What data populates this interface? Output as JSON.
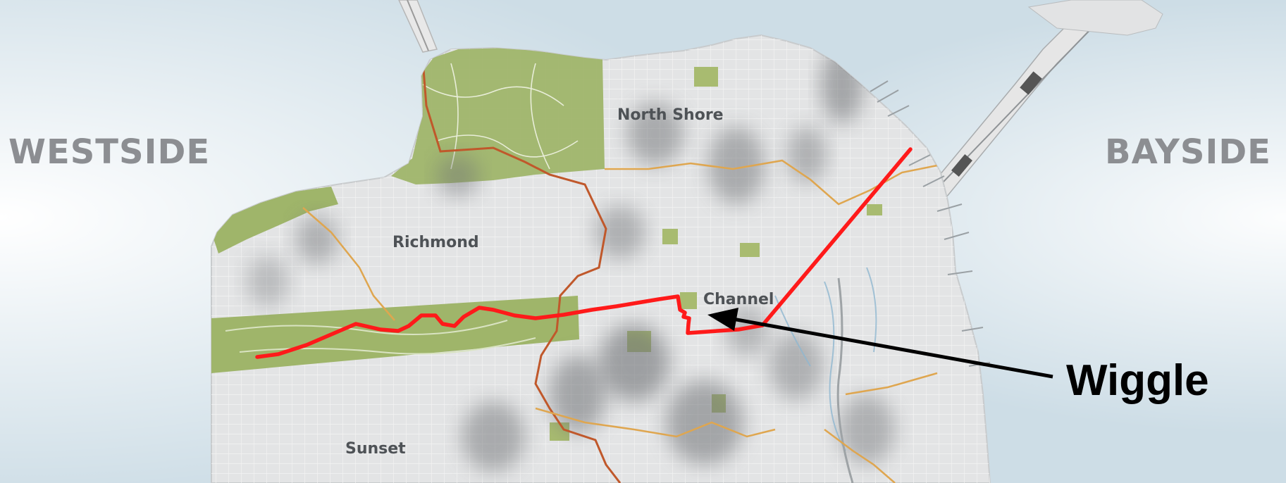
{
  "map": {
    "region_labels": {
      "westside": "WESTSIDE",
      "bayside": "BAYSIDE"
    },
    "neighborhood_labels": {
      "north_shore": "North Shore",
      "richmond": "Richmond",
      "channel": "Channel",
      "sunset": "Sunset"
    },
    "annotation": {
      "label": "Wiggle"
    }
  },
  "colors": {
    "water": "#cddde6",
    "land": "#e3e4e5",
    "park": "#9fb56a",
    "district_boundary_red": "#c0582b",
    "district_boundary_orange": "#dfa64f",
    "route_line": "#ff1a1a",
    "annotation_arrow": "#000000",
    "region_label": "#8c8e92"
  }
}
